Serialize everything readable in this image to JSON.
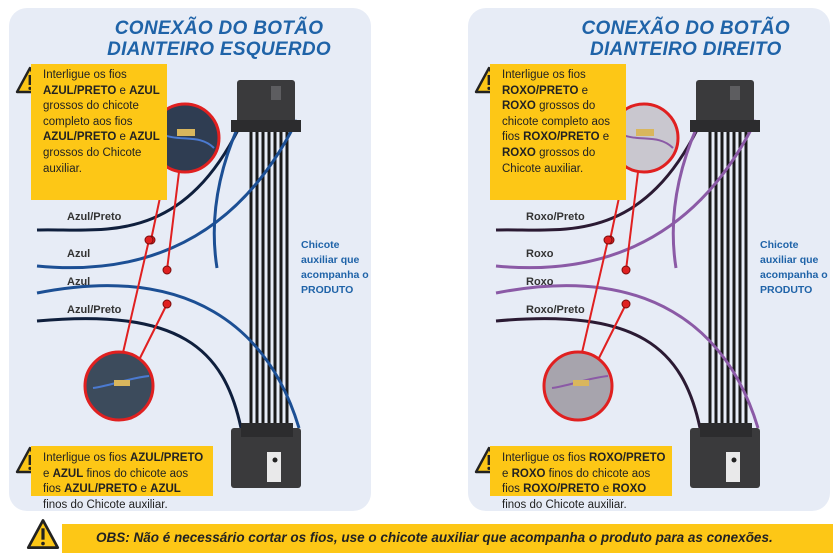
{
  "left": {
    "title_line1": "CONEXÃO DO BOTÃO",
    "title_line2": "DIANTEIRO ESQUERDO",
    "top_note": {
      "t1": "Interligue os fios ",
      "w1": "AZUL/PRETO",
      "t2": " e ",
      "w2": "AZUL",
      "t3": " grossos do chicote completo aos fios ",
      "w3": "AZUL/PRETO",
      "t4": " e ",
      "w4": "AZUL",
      "t5": " grossos do Chicote auxiliar."
    },
    "bottom_note": {
      "t1": "Interligue os fios ",
      "w1": "AZUL/PRETO",
      "t2": " e ",
      "w2": "AZUL",
      "t3": " finos do chicote aos fios ",
      "w3": "AZUL/PRETO",
      "t4": " e ",
      "w4": "AZUL",
      "t5": " finos do Chicote auxiliar."
    },
    "labels": [
      "Azul/Preto",
      "Azul",
      "Azul",
      "Azul/Preto"
    ],
    "side_label": "Chicote auxiliar que acompanha o PRODUTO"
  },
  "right": {
    "title_line1": "CONEXÃO DO BOTÃO",
    "title_line2": "DIANTEIRO DIREITO",
    "top_note": {
      "t1": "Interligue os fios ",
      "w1": "ROXO/PRETO",
      "t2": " e ",
      "w2": "ROXO",
      "t3": " grossos do chicote completo aos fios ",
      "w3": "ROXO/PRETO",
      "t4": " e ",
      "w4": "ROXO",
      "t5": " grossos do Chicote auxiliar."
    },
    "bottom_note": {
      "t1": "Interligue os fios ",
      "w1": "ROXO/PRETO",
      "t2": " e ",
      "w2": "ROXO",
      "t3": " finos do chicote aos fios ",
      "w3": "ROXO/PRETO",
      "t4": " e ",
      "w4": "ROXO",
      "t5": " finos do Chicote auxiliar."
    },
    "labels": [
      "Roxo/Preto",
      "Roxo",
      "Roxo",
      "Roxo/Preto"
    ],
    "side_label": "Chicote auxiliar que acompanha o PRODUTO"
  },
  "obs": "OBS: Não é necessário cortar os fios, use o chicote auxiliar que acompanha o produto para as conexões.",
  "colors": {
    "title": "#1f63a8",
    "note_bg": "#fdc716",
    "left_wire": "#1c4f94",
    "left_wire_dark": "#0f1f3d",
    "right_wire": "#8b5aa6",
    "right_wire_dark": "#2b1a33",
    "connector": "#3a3a3c",
    "marker": "#e02020"
  }
}
